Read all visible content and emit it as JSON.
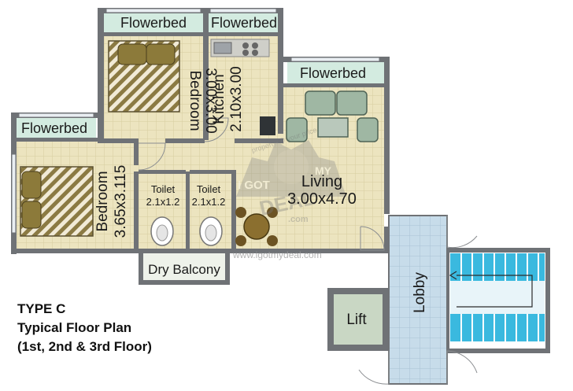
{
  "rooms": {
    "flowerbed_top_left": "Flowerbed",
    "flowerbed_top_right": "Flowerbed",
    "flowerbed_living": "Flowerbed",
    "flowerbed_left": "Flowerbed",
    "bedroom1_name": "Bedroom",
    "bedroom1_size": "3.00x3.00",
    "kitchen_name": "Kitchen",
    "kitchen_size": "2.10x3.00",
    "living_name": "Living",
    "living_size": "3.00x4.70",
    "bedroom2_name": "Bedroom",
    "bedroom2_size": "3.65x3.115",
    "toilet1_name": "Toilet",
    "toilet1_size": "2.1x1.2",
    "toilet2_name": "Toilet",
    "toilet2_size": "2.1x1.2",
    "dry_balcony": "Dry Balcony",
    "lift": "Lift",
    "lobby": "Lobby"
  },
  "caption": {
    "type": "TYPE C",
    "plan": "Typical Floor Plan",
    "floors": "(1st, 2nd & 3rd Floor)"
  },
  "watermark": {
    "line1": "I GOT",
    "line2": "MY",
    "line3": "DEAL",
    "line4": ".com",
    "url": "www.igotmydeal.com",
    "arc": "property @ your price"
  },
  "colors": {
    "wall": "#6f7276",
    "floor": "#ece4bf",
    "grid": "#d6cd9f",
    "flowerbed": "#d3ebe0",
    "lobby": "#c7dcea",
    "lift": "#c9d7c4",
    "stair": "#3ab9df"
  }
}
